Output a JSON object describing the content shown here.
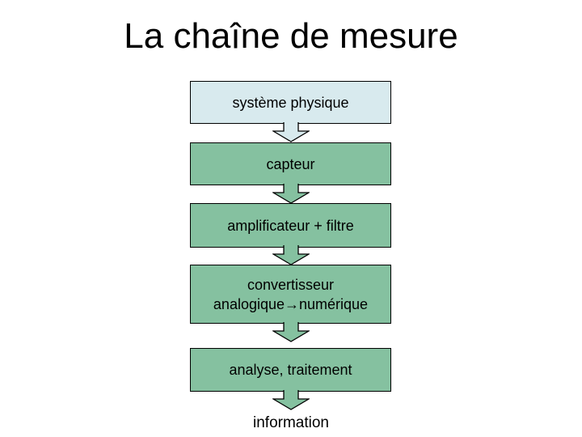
{
  "slide": {
    "title": "La chaîne de mesure",
    "colors": {
      "background": "#ffffff",
      "box_light": "#d8eaee",
      "box_green": "#85c1a0",
      "border": "#000000",
      "text": "#000000"
    },
    "flow": {
      "steps": [
        {
          "label": "système physique",
          "style": "light"
        },
        {
          "label": "capteur",
          "style": "green"
        },
        {
          "label": "amplificateur + filtre",
          "style": "green"
        },
        {
          "label": "convertisseur\nanalogique→numérique",
          "style": "green"
        },
        {
          "label": "analyse, traitement",
          "style": "green"
        },
        {
          "label": "information",
          "style": "plain-text"
        }
      ],
      "connector": "block-down-arrow"
    }
  }
}
